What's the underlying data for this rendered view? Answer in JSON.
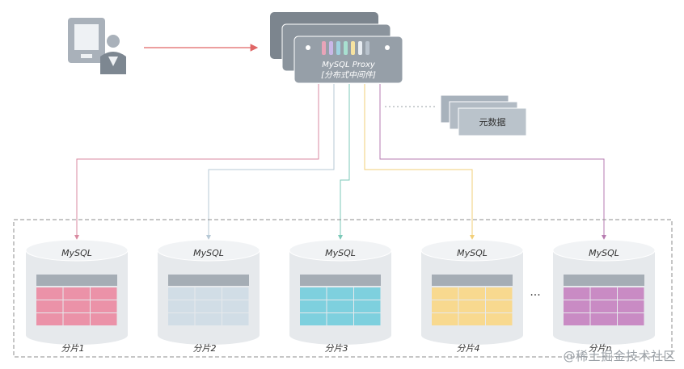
{
  "proxy": {
    "title": "MySQL Proxy",
    "subtitle": "[分布式中间件]",
    "stripe_colors": [
      "#e8a4b8",
      "#c9b8e8",
      "#9fd3e0",
      "#a8e0d0",
      "#f6e3a1",
      "#e9eef3",
      "#b8c2cc"
    ]
  },
  "metadata": {
    "label": "元数据"
  },
  "client": {
    "icon": "user-terminal-icon",
    "arrow_color": "#e06666"
  },
  "database_label": "MySQL",
  "ellipsis": "...",
  "shards": [
    {
      "name": "分片1",
      "color": "#eb92a8",
      "line_color": "#d98aa0"
    },
    {
      "name": "分片2",
      "color": "#d1dde6",
      "line_color": "#b7c9d6"
    },
    {
      "name": "分片3",
      "color": "#7ed0de",
      "line_color": "#7cc9b8"
    },
    {
      "name": "分片4",
      "color": "#f8d98f",
      "line_color": "#f2cf78"
    },
    {
      "name": "分片n",
      "color": "#c98bc4",
      "line_color": "#b77bb0"
    }
  ],
  "watermark": "@稀土掘金技术社区"
}
